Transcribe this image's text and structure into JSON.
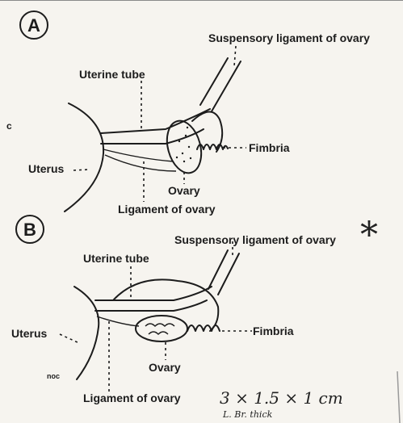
{
  "panel_a": {
    "letter": "A",
    "labels": {
      "suspensory": "Suspensory ligament of ovary",
      "uterine_tube": "Uterine tube",
      "fimbria": "Fimbria",
      "uterus": "Uterus",
      "ovary": "Ovary",
      "ligament": "Ligament of ovary"
    },
    "margin_mark": "c"
  },
  "panel_b": {
    "letter": "B",
    "labels": {
      "suspensory": "Suspensory ligament of ovary",
      "uterine_tube": "Uterine tube",
      "fimbria": "Fimbria",
      "uterus": "Uterus",
      "ovary": "Ovary",
      "ligament": "Ligament of ovary"
    },
    "asterisk": "*",
    "initials": "noc"
  },
  "handwritten_note": {
    "dimensions": "3 × 1.5 × 1 cm",
    "abbrev": "L.   Br.   thick"
  }
}
